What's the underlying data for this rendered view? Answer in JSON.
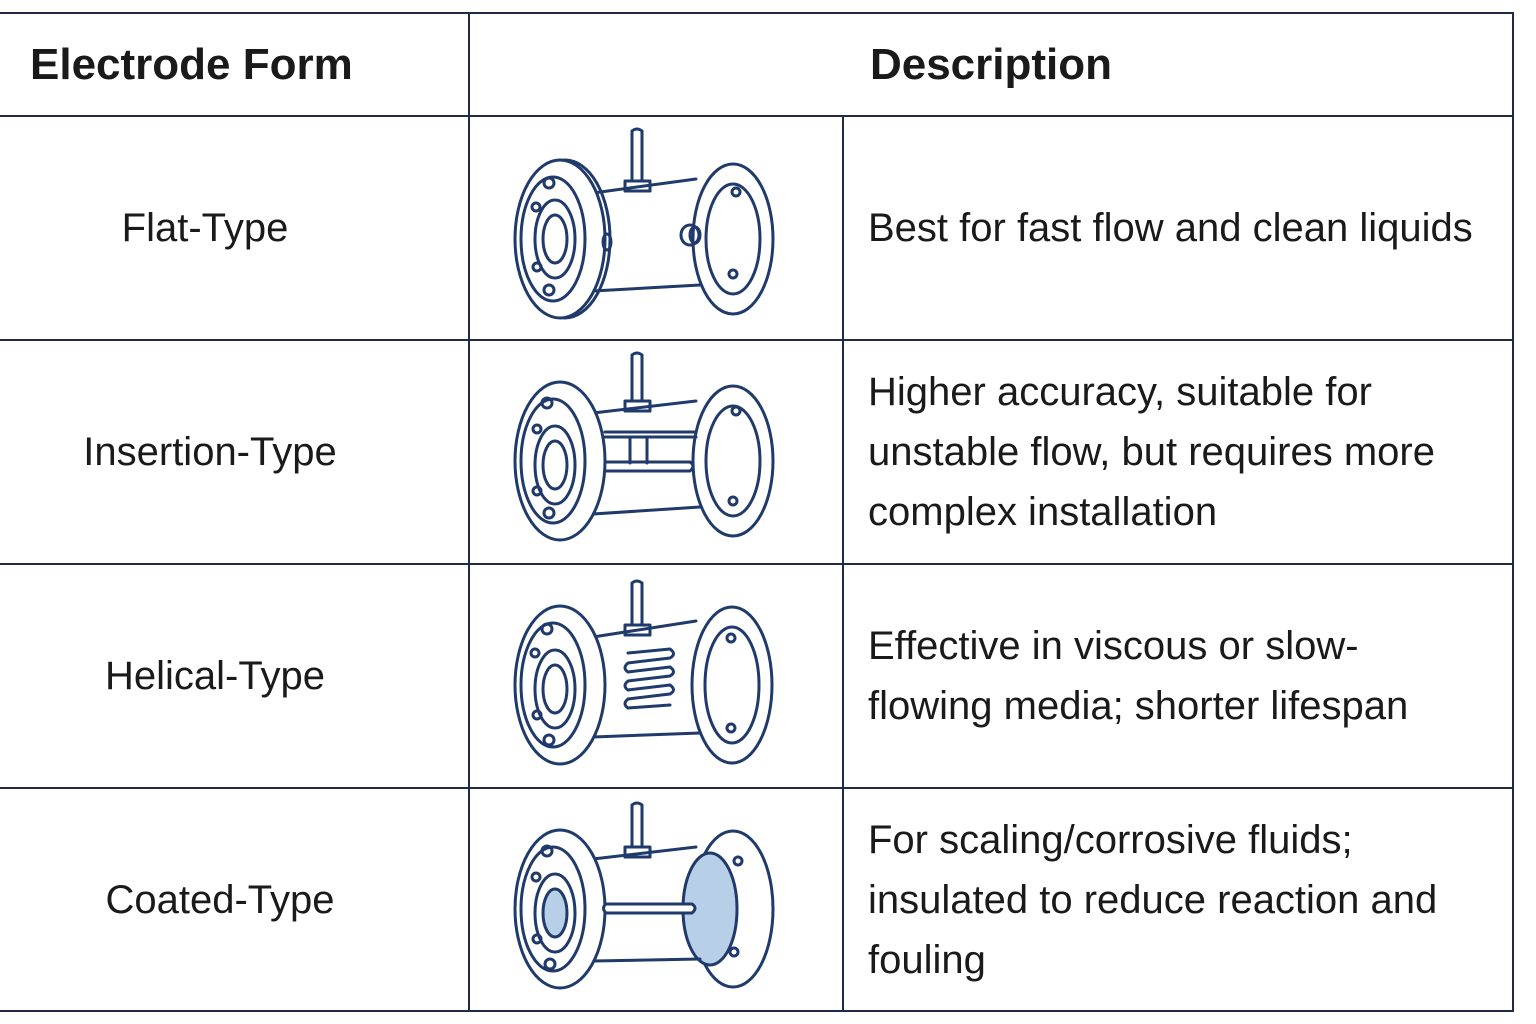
{
  "header": {
    "form_label": "Electrode Form",
    "description_label": "Description"
  },
  "rows": [
    {
      "form": "Flat-Type",
      "illustration": "flowmeter-flat-electrode-icon",
      "description": "Best for fast flow and clean liquids"
    },
    {
      "form": "Insertion-Type",
      "illustration": "flowmeter-insertion-electrode-icon",
      "description": "Higher accuracy, suitable for\nunstable flow, but requires more\ncomplex installation"
    },
    {
      "form": "Helical-Type",
      "illustration": "flowmeter-helical-electrode-icon",
      "description": "Effective in viscous or slow-\nflowing media; shorter lifespan"
    },
    {
      "form": "Coated-Type",
      "illustration": "flowmeter-coated-electrode-icon",
      "description": "For scaling/corrosive fluids;\ninsulated to reduce reaction and\nfouling"
    }
  ],
  "colors": {
    "stroke": "#1f3a6b",
    "coating": "#b8cfe8",
    "grid": "#1f2a44"
  }
}
